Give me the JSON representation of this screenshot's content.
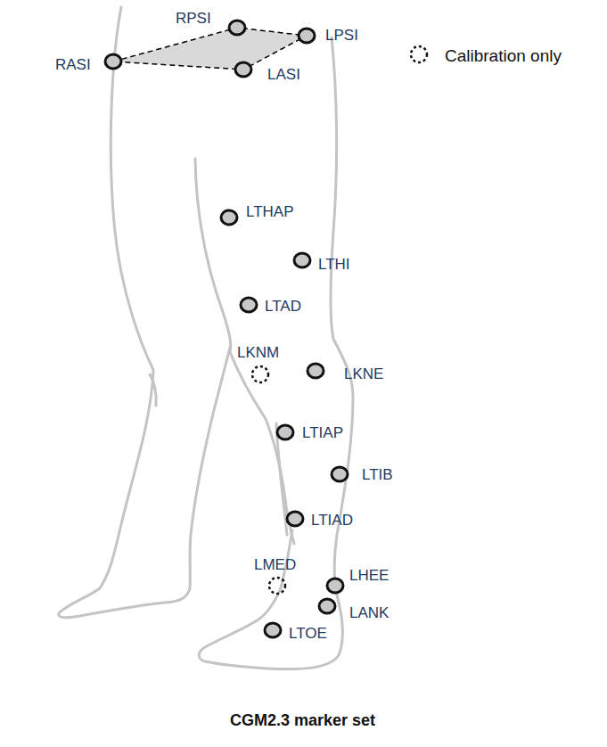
{
  "diagram": {
    "caption": "CGM2.3 marker set",
    "labels": [
      "RPSI",
      "LPSI",
      "RASI",
      "LASI",
      "LTHAP",
      "LTHI",
      "LTAD",
      "LKNM",
      "LKNE",
      "LTIAP",
      "LTIB",
      "LTIAD",
      "LMED",
      "LHEE",
      "LANK",
      "LTOE"
    ],
    "legend": [
      {
        "text": "Calibration only"
      }
    ]
  }
}
